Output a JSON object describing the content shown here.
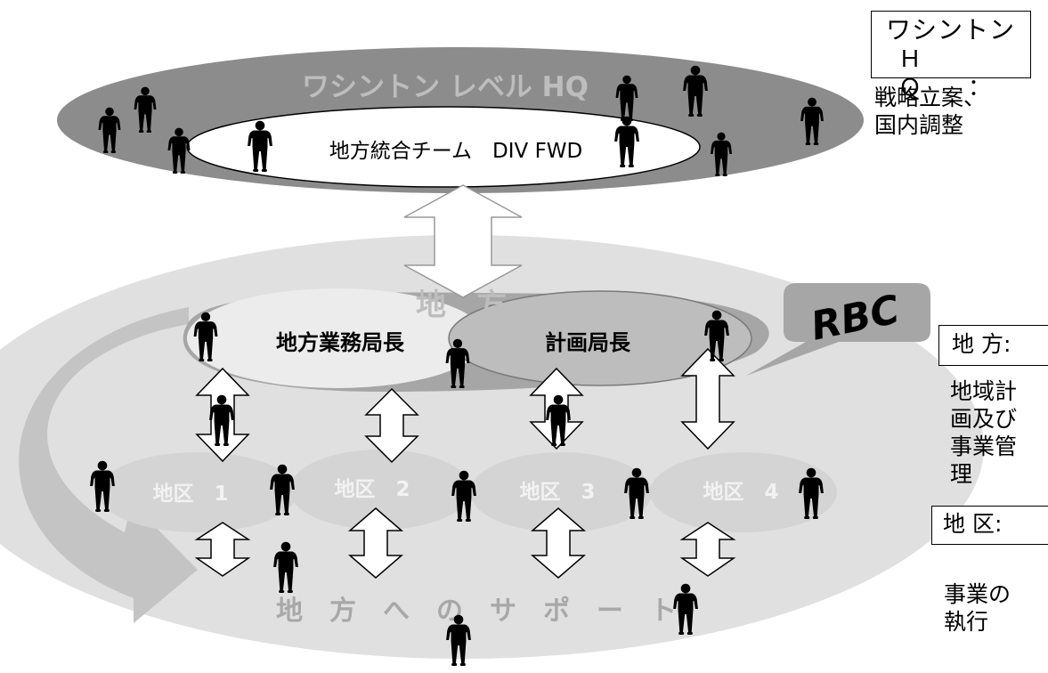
{
  "hq": {
    "title": "ワシントン レベル HQ",
    "inner_label": "地方統合チーム　DIV FWD"
  },
  "region": {
    "title": "地　方",
    "left_office": "地方業務局長",
    "right_office": "計画局長",
    "badge": "RBC"
  },
  "districts": [
    {
      "label": "地区　1"
    },
    {
      "label": "地区　2"
    },
    {
      "label": "地区　3"
    },
    {
      "label": "地区　4"
    }
  ],
  "support_label": "地　方　へ　の　サ　ポ　ー　ト",
  "side": {
    "hq_box_line1": "ワシントン",
    "hq_box_line2": "Ｈ　Ｑ　　：",
    "hq_desc_line1": "戦略立案、",
    "hq_desc_line2": "国内調整",
    "region_box": "地 方:",
    "region_desc": [
      "地域計",
      "画及び",
      "事業管",
      "理"
    ],
    "district_box": "地 区:",
    "district_desc": [
      "事業の",
      "執行"
    ]
  },
  "colors": {
    "hq_ellipse": "#8c8c8c",
    "hq_text": "#bdbdbd",
    "region_ellipse": "#e0e0e0",
    "region_band": "#a6a6a6",
    "left_office": "#ececec",
    "right_office": "#bdbdbd",
    "district": "#d4d4d4",
    "district_text": "#f2f2f2",
    "support_text": "#a8a8a8",
    "badge": "#a6a6a6",
    "person": "#000000"
  }
}
